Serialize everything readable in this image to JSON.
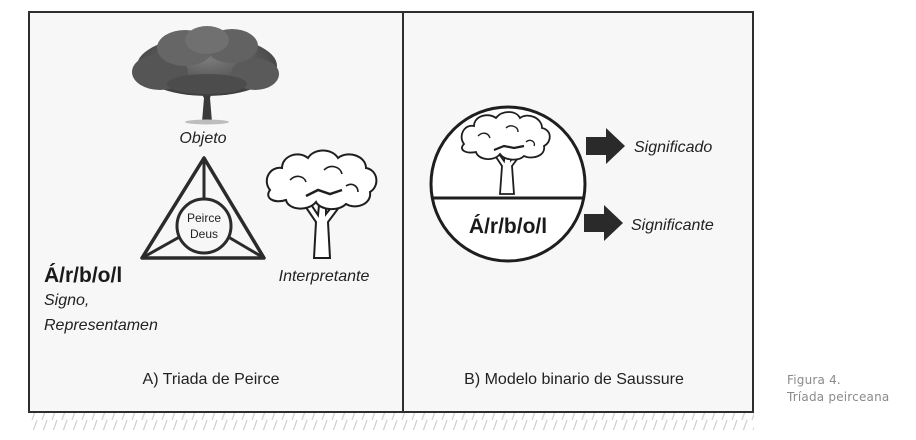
{
  "panel_a": {
    "objeto": "Objeto",
    "center_line1": "Peirce",
    "center_line2": "Deus",
    "signo_word": "Á/r/b/o/l",
    "signo_line1": "Signo,",
    "signo_line2": "Representamen",
    "interpretante": "Interpretante",
    "caption": "A) Triada de Peirce"
  },
  "panel_b": {
    "word": "Á/r/b/o/l",
    "significado": "Significado",
    "significante": "Significante",
    "caption": "B) Modelo binario de Saussure"
  },
  "figure_caption": {
    "line1": "Figura 4.",
    "line2": "Tríada peirceana"
  },
  "colors": {
    "frame": "#2e2e2e",
    "panel": "#f7f7f7",
    "shadow": "#c8c8c8"
  }
}
